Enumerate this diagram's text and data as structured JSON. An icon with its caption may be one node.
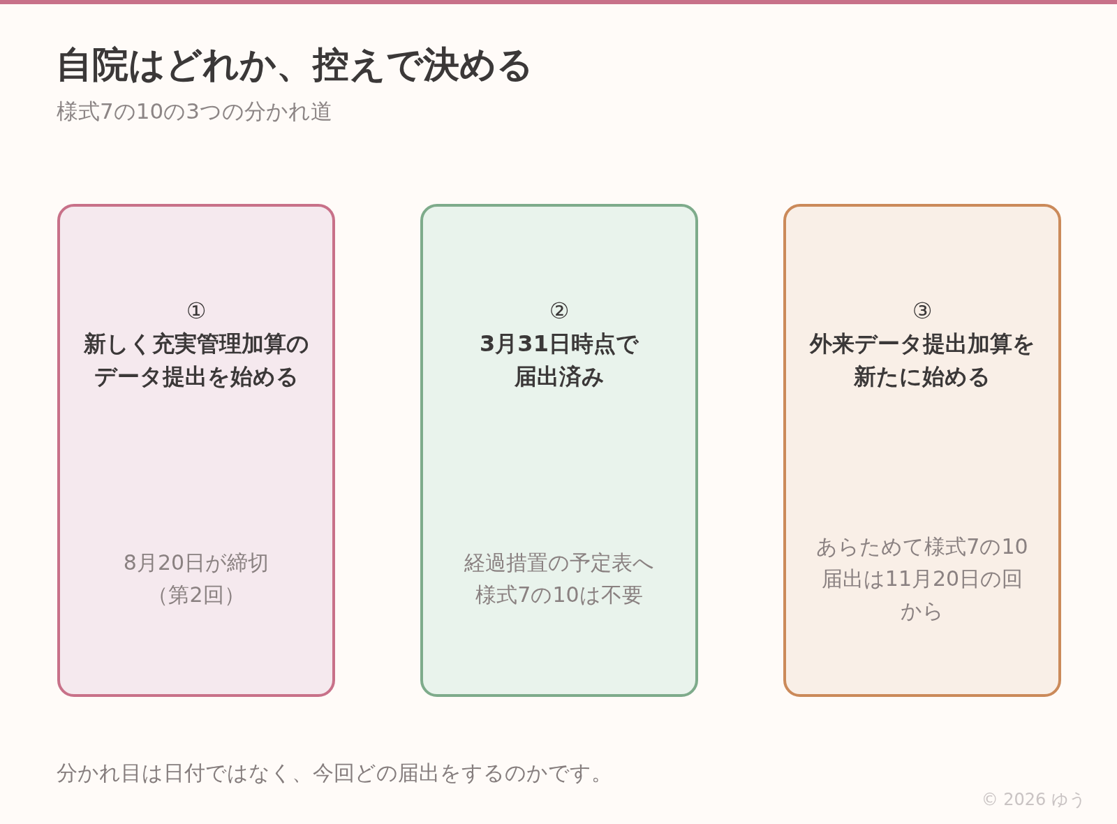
{
  "diagram": {
    "title": "自院はどれか、控えで決める",
    "nodes": [
      {
        "text": [
          "①",
          "新しく充実管理加算のデータ提出を始める",
          "8月20日が締切（第2回）"
        ]
      },
      {
        "text": [
          "②",
          "3月31日時点で届出済み",
          "経過措置の予定表へ様式7の10は不要"
        ]
      },
      {
        "text": [
          "③",
          "外来データ提出加算を新たに始める",
          "あらためて様式7の10届出は11月20日の回から"
        ]
      }
    ],
    "labels": [
      "様式7の10の3つの分かれ道",
      "© 2026 ゆう"
    ],
    "caption": "分かれ目は日付ではなく、今回どの届出をするのかです。"
  }
}
